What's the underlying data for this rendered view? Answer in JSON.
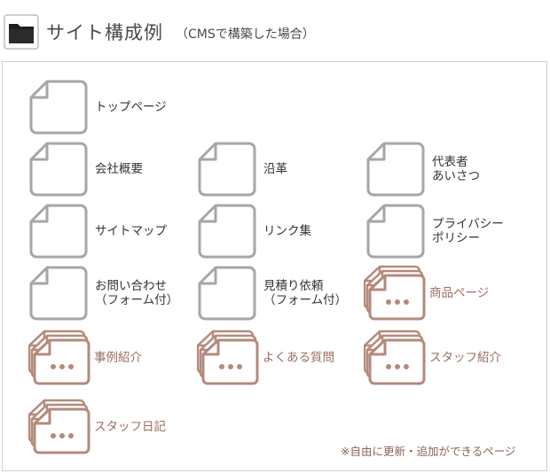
{
  "header": {
    "title": "サイト構成例",
    "subtitle": "（CMSで構築した場合）",
    "icon": "folder-icon"
  },
  "colors": {
    "static_page": "#a6a6a6",
    "dynamic_page": "#b48a7c",
    "dynamic_text": "#9a6d5f",
    "border": "#cfcfcf"
  },
  "pages": {
    "top": "トップページ",
    "company": "会社概要",
    "history": "沿革",
    "greeting": "代表者\nあいさつ",
    "sitemap": "サイトマップ",
    "links": "リンク集",
    "privacy": "プライバシー\nポリシー",
    "contact": "お問い合わせ\n（フォーム付）",
    "estimate": "見積り依頼\n（フォーム付）",
    "products": "商品ページ",
    "cases": "事例紹介",
    "faq": "よくある質問",
    "staff": "スタッフ紹介",
    "staff_diary": "スタッフ日記"
  },
  "note": "※自由に更新・追加ができるページ"
}
